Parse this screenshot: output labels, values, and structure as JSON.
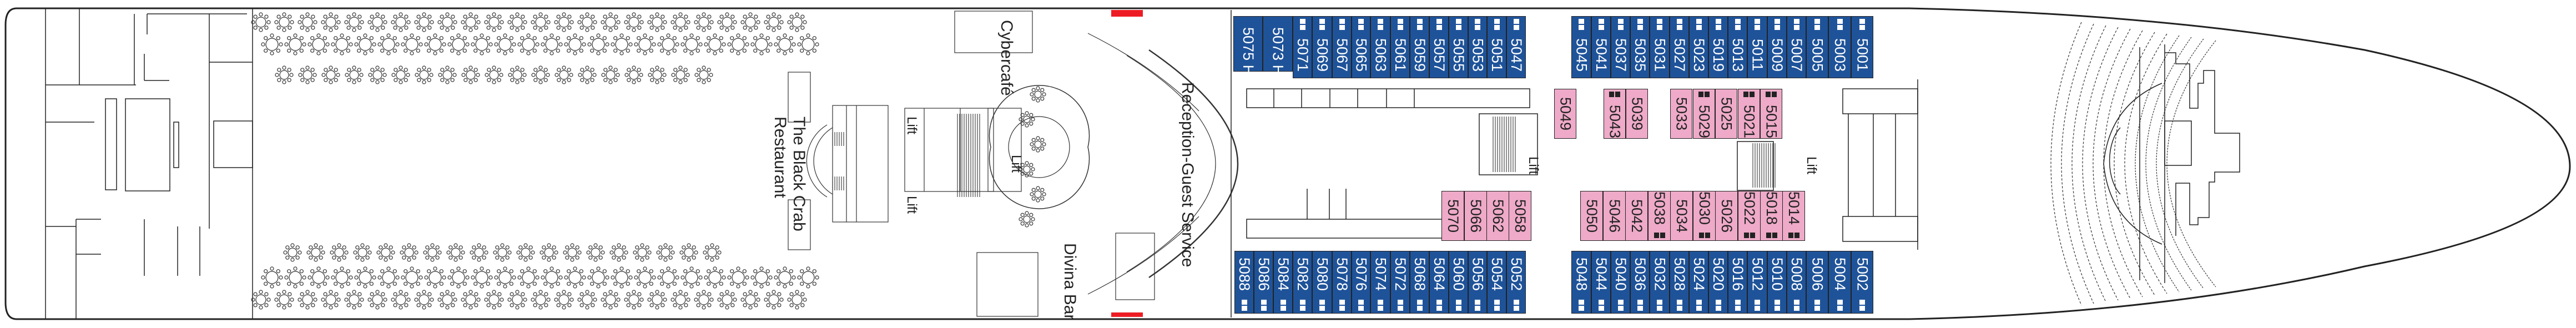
{
  "map": {
    "title": "Deck 5 plan",
    "colors": {
      "outside_cabin": "#1f5399",
      "inside_cabin": "#eeaac8",
      "exit_marker": "#ed1c24",
      "lines": "#222222"
    },
    "venues": [
      {
        "id": "black-crab",
        "name": "The Black Crab\nRestaurant",
        "line1": "The Black Crab",
        "line2": "Restaurant"
      },
      {
        "id": "cybercafe",
        "name": "Cybercafé"
      },
      {
        "id": "reception",
        "name": "Reception-Guest Service"
      },
      {
        "id": "divina-bar",
        "name": "Divina Bar"
      }
    ],
    "lifts": [
      "Lift",
      "Lift",
      "Lift",
      "Lift",
      "Lift"
    ],
    "cabins_top_outside": [
      {
        "no": "5075",
        "suffix": "H",
        "beds": false
      },
      {
        "no": "5073",
        "suffix": "H",
        "beds": false
      },
      {
        "no": "5071",
        "beds": true
      },
      {
        "no": "5069",
        "beds": true
      },
      {
        "no": "5067",
        "beds": true
      },
      {
        "no": "5065",
        "beds": true
      },
      {
        "no": "5063",
        "beds": true
      },
      {
        "no": "5061",
        "beds": true
      },
      {
        "no": "5059",
        "beds": true
      },
      {
        "no": "5057",
        "beds": true
      },
      {
        "no": "5055",
        "beds": true
      },
      {
        "no": "5053",
        "beds": true
      },
      {
        "no": "5051",
        "beds": true
      },
      {
        "no": "5047",
        "beds": true
      },
      {
        "no": "5045",
        "beds": true
      },
      {
        "no": "5041",
        "beds": true
      },
      {
        "no": "5037",
        "beds": true
      },
      {
        "no": "5035",
        "beds": true
      },
      {
        "no": "5031",
        "beds": true
      },
      {
        "no": "5027",
        "beds": true
      },
      {
        "no": "5023",
        "beds": true
      },
      {
        "no": "5019",
        "beds": true
      },
      {
        "no": "5013",
        "beds": true
      },
      {
        "no": "5011",
        "beds": true
      },
      {
        "no": "5009",
        "beds": true
      },
      {
        "no": "5007",
        "beds": true
      },
      {
        "no": "5005",
        "beds": true
      },
      {
        "no": "5003",
        "beds": true
      },
      {
        "no": "5001",
        "beds": true
      }
    ],
    "cabins_bottom_outside": [
      {
        "no": "5088"
      },
      {
        "no": "5086"
      },
      {
        "no": "5084"
      },
      {
        "no": "5082"
      },
      {
        "no": "5080"
      },
      {
        "no": "5078"
      },
      {
        "no": "5076"
      },
      {
        "no": "5074"
      },
      {
        "no": "5072"
      },
      {
        "no": "5068"
      },
      {
        "no": "5064"
      },
      {
        "no": "5060"
      },
      {
        "no": "5056"
      },
      {
        "no": "5054"
      },
      {
        "no": "5052"
      },
      {
        "no": "5048"
      },
      {
        "no": "5044"
      },
      {
        "no": "5040"
      },
      {
        "no": "5036"
      },
      {
        "no": "5032"
      },
      {
        "no": "5028"
      },
      {
        "no": "5024"
      },
      {
        "no": "5020"
      },
      {
        "no": "5016"
      },
      {
        "no": "5012"
      },
      {
        "no": "5010"
      },
      {
        "no": "5008"
      },
      {
        "no": "5006"
      },
      {
        "no": "5004"
      },
      {
        "no": "5002"
      }
    ],
    "cabins_top_inside": [
      {
        "no": "5049",
        "beds": false
      },
      {
        "no": "5043",
        "beds": true
      },
      {
        "no": "5039",
        "beds": false
      },
      {
        "no": "5033",
        "beds": false
      },
      {
        "no": "5029",
        "beds": true
      },
      {
        "no": "5025",
        "beds": false
      },
      {
        "no": "5021",
        "beds": true
      },
      {
        "no": "5015",
        "beds": true
      }
    ],
    "cabins_bottom_inside_aft": [
      {
        "no": "5070"
      },
      {
        "no": "5066"
      },
      {
        "no": "5062"
      },
      {
        "no": "5058"
      }
    ],
    "cabins_bottom_inside": [
      {
        "no": "5050",
        "beds": false
      },
      {
        "no": "5046",
        "beds": false
      },
      {
        "no": "5042",
        "beds": false
      },
      {
        "no": "5038",
        "beds": true
      },
      {
        "no": "5034",
        "beds": false
      },
      {
        "no": "5030",
        "beds": true
      },
      {
        "no": "5026",
        "beds": false
      },
      {
        "no": "5022",
        "beds": true
      },
      {
        "no": "5018",
        "beds": true
      },
      {
        "no": "5014",
        "beds": true
      }
    ]
  }
}
